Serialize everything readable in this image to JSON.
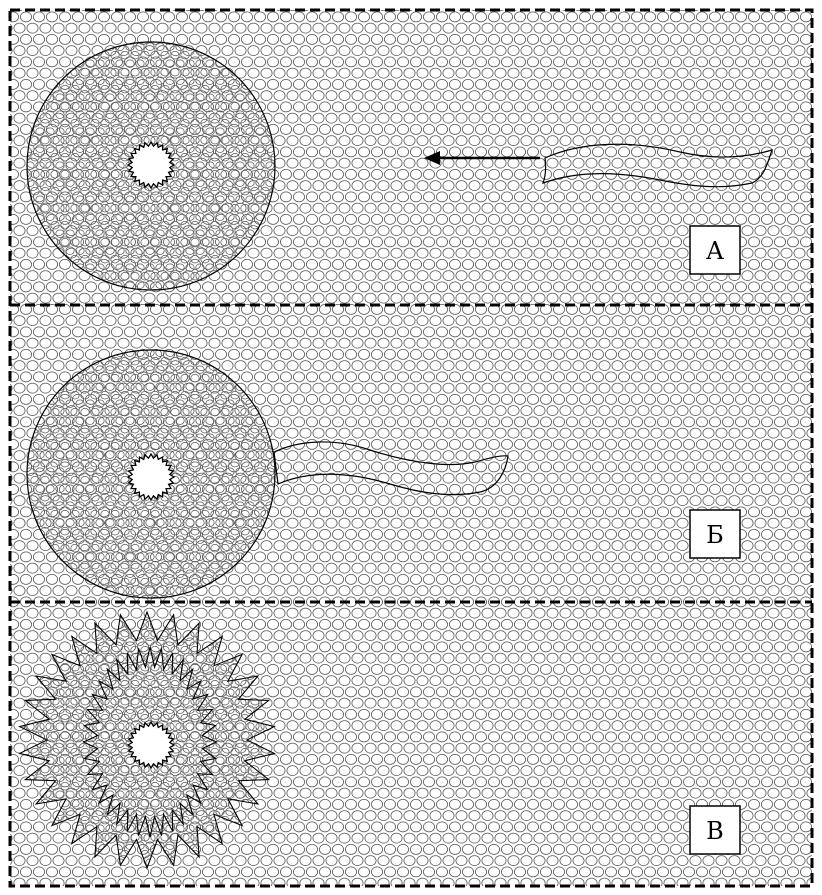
{
  "panels": [
    {
      "label": "А"
    },
    {
      "label": "Б"
    },
    {
      "label": "В"
    }
  ],
  "colors": {
    "ink": "#000000",
    "paper": "#ffffff",
    "cell_stroke": "#5a5a5a"
  }
}
